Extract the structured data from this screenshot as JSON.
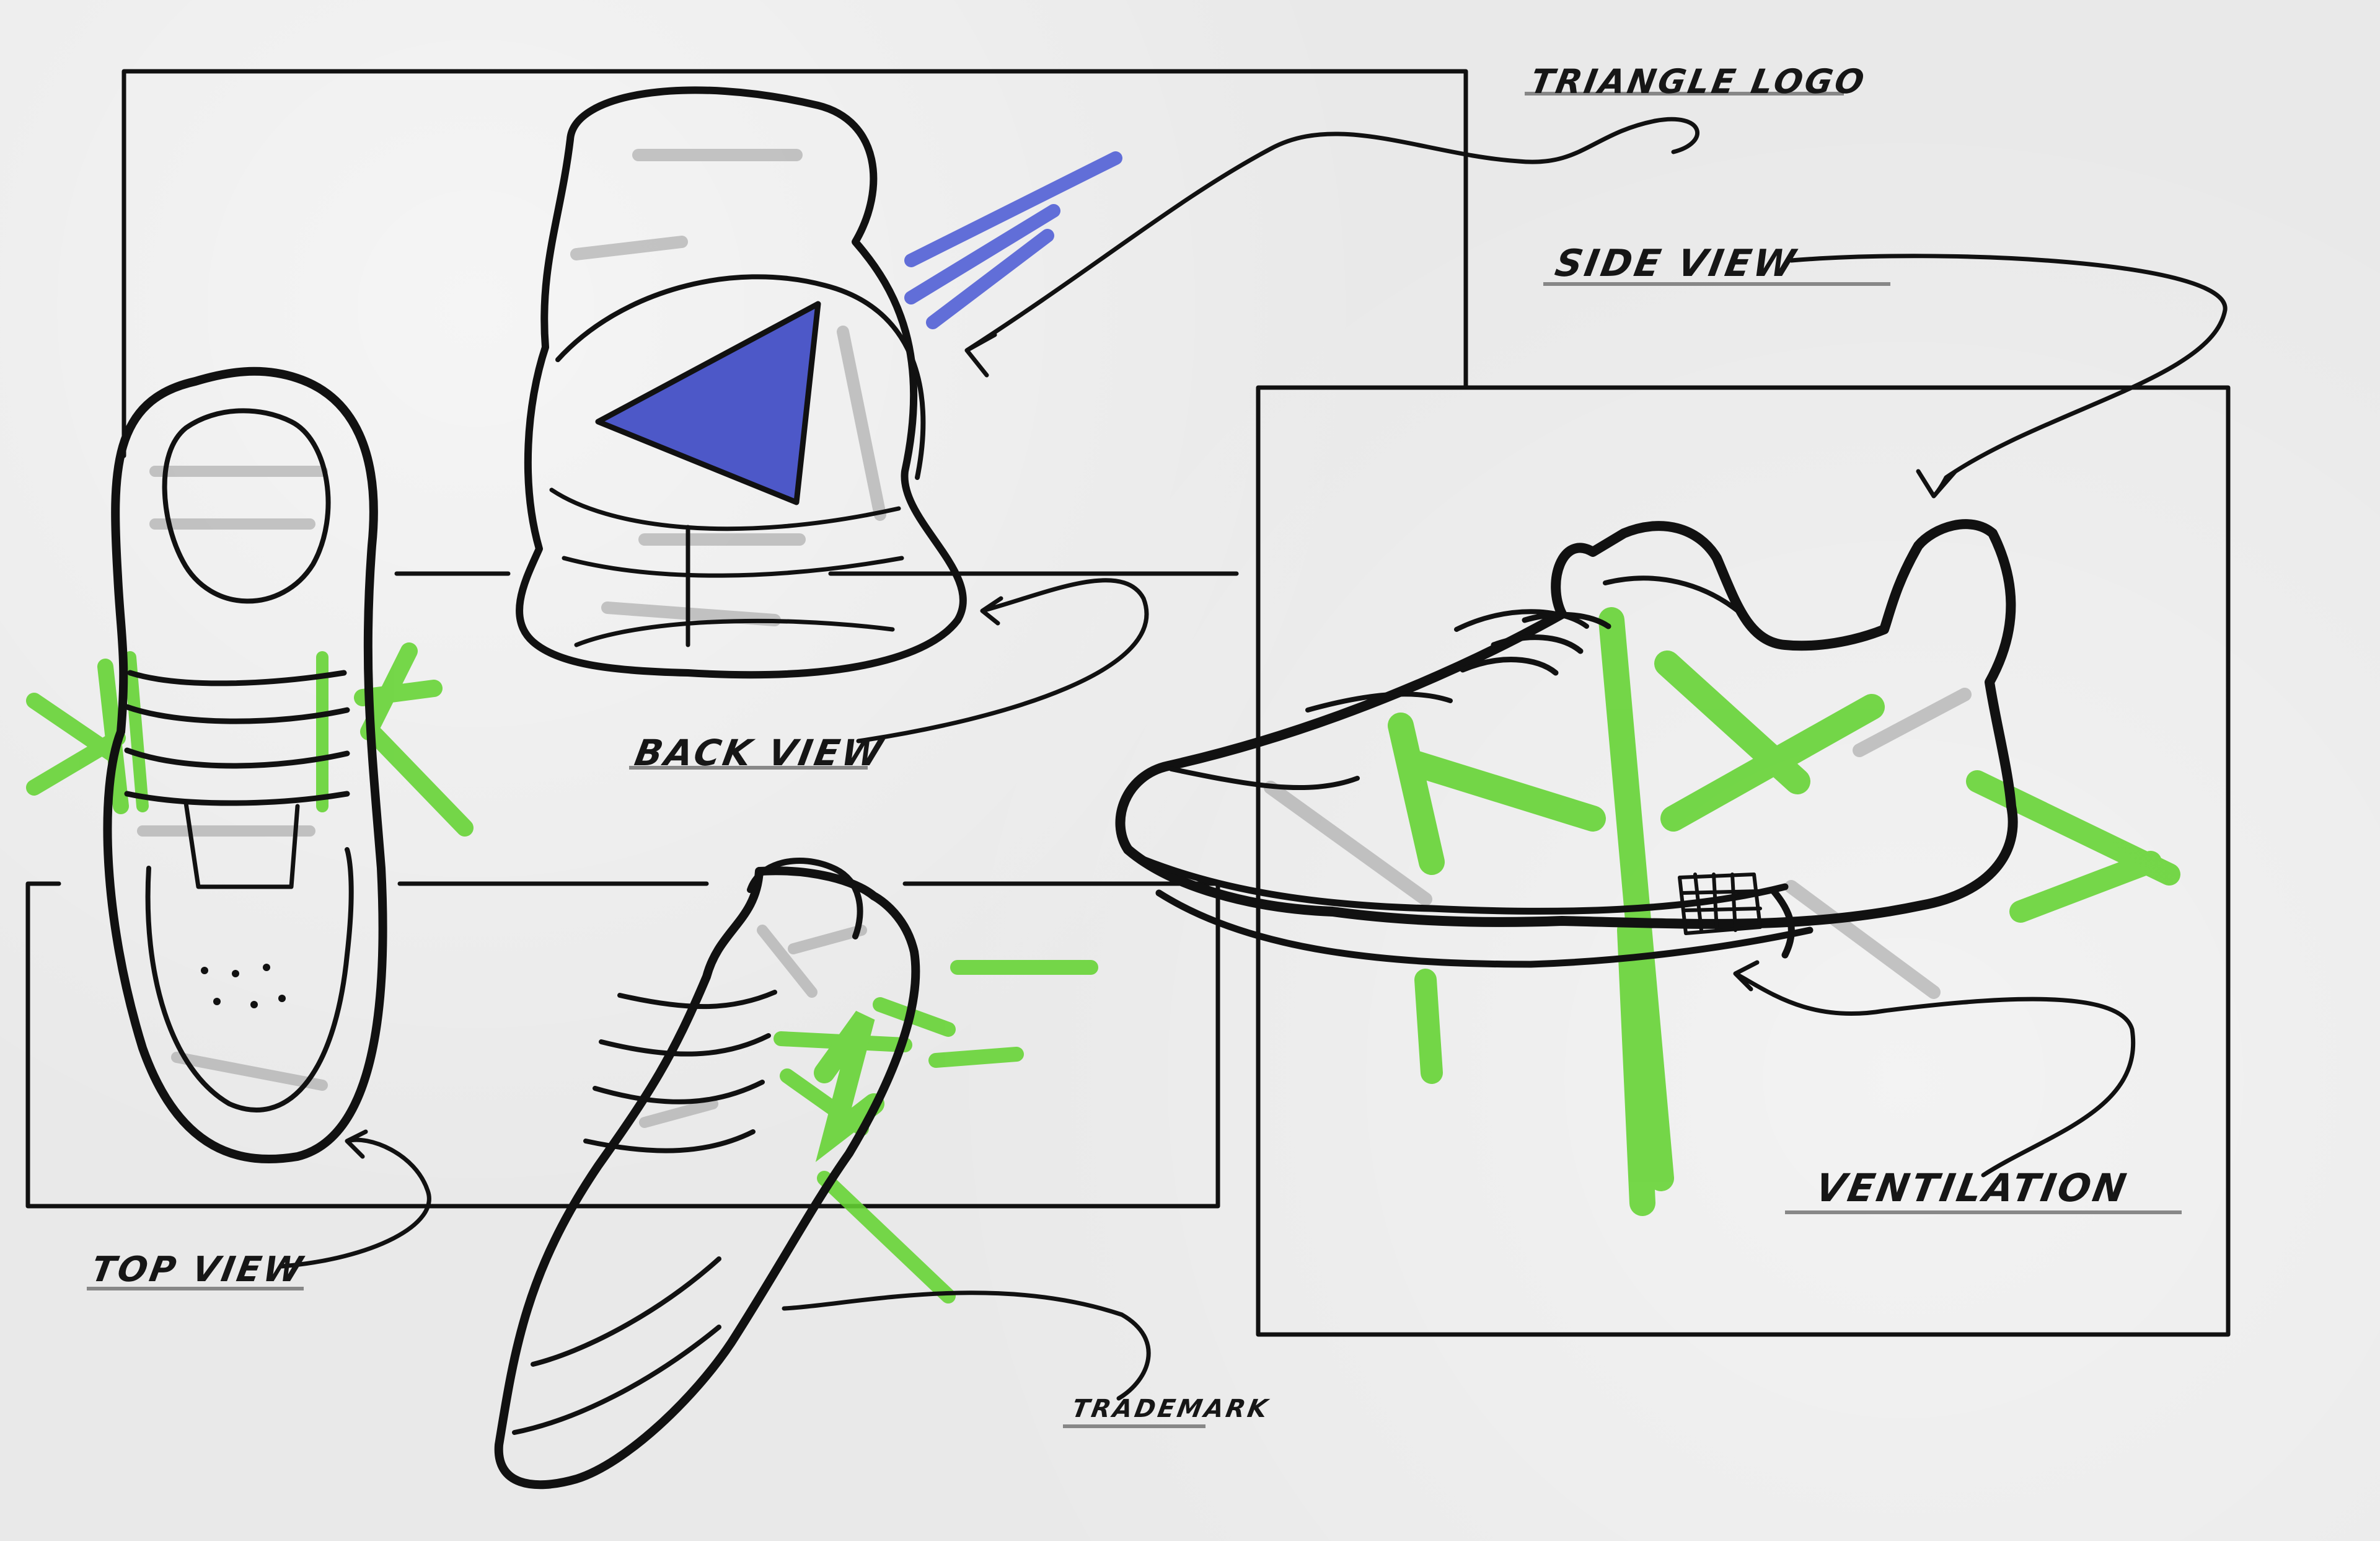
{
  "labels": {
    "triangle_logo": "TRIANGLE LOGO",
    "side_view": "SIDE VIEW",
    "back_view": "BACK VIEW",
    "top_view": "TOP VIEW",
    "ventilation": "VENTILATION",
    "trademark": "TRADEMARK"
  },
  "colors": {
    "ink": "#111111",
    "green": "#63d331",
    "blue": "#4d58c8",
    "grey": "#9c9c9c",
    "paper": "#e9e9e9"
  }
}
